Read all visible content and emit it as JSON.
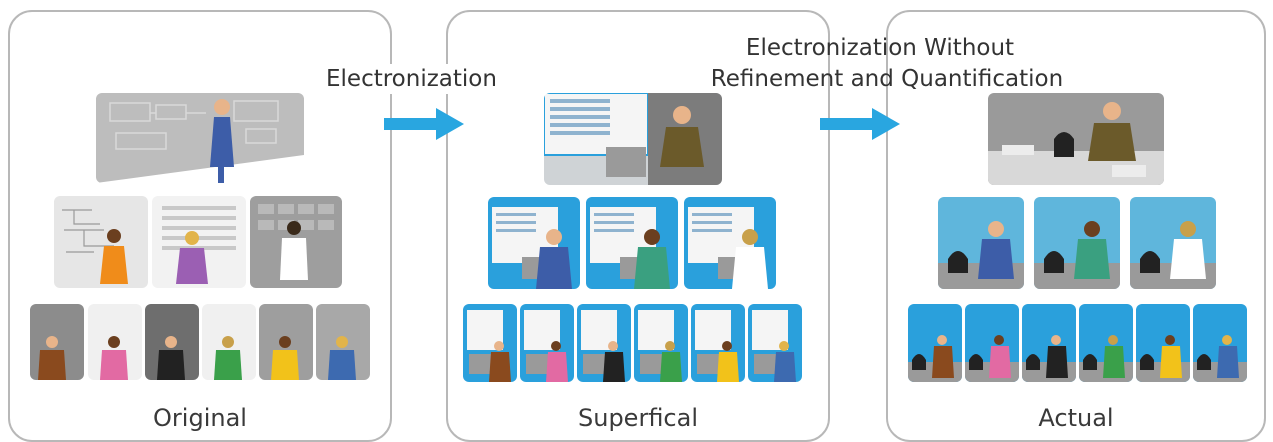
{
  "stages": [
    {
      "label": "Original"
    },
    {
      "label": "Superfical"
    },
    {
      "label": "Actual"
    }
  ],
  "transitions": [
    {
      "label": "Electronization"
    },
    {
      "label_line1": "Electronization Without",
      "label_line2": "Refinement and Quantification"
    }
  ],
  "colors": {
    "arrow": "#29a6e0",
    "panel_border": "#b8b8b8",
    "screen_blue": "#2aa0dc",
    "suit_brown": "#6b5a2a"
  }
}
